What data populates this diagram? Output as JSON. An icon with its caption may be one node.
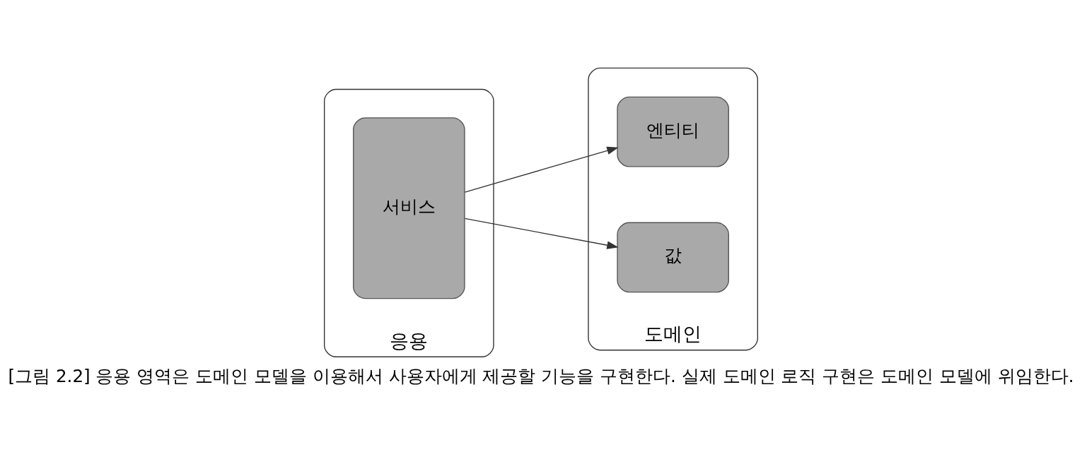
{
  "diagram": {
    "caption": "[그림 2.2] 응용 영역은 도메인 모델을 이용해서 사용자에게 제공할 기능을 구현한다. 실제 도메인 로직 구현은 도메인 모델에 위임한다.",
    "nodes": [
      {
        "text": [
          "응용"
        ]
      },
      {
        "text": [
          "서비스"
        ],
        "in": 0
      },
      {
        "text": [
          "도메인"
        ]
      },
      {
        "text": [
          "엔티티"
        ],
        "in": 2
      },
      {
        "text": [
          "값"
        ],
        "in": 2
      }
    ],
    "edges": [
      {
        "from": 1,
        "to": 3,
        "arrow": "to"
      },
      {
        "from": 1,
        "to": 4,
        "arrow": "to"
      }
    ]
  }
}
